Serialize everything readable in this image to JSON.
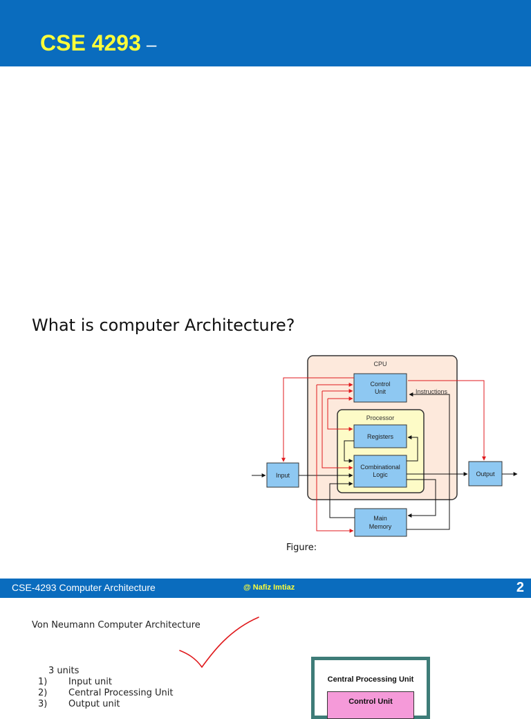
{
  "slide1": {
    "title": "CSE 4293",
    "title_suffix": "–"
  },
  "slide2": {
    "question": "What is computer Architecture?",
    "figure_caption": "Figure:",
    "diagram": {
      "cpu_label": "CPU",
      "processor_label": "Processor",
      "control_unit": [
        "Control",
        "Unit"
      ],
      "registers": "Registers",
      "combinational_logic": [
        "Combinational",
        "Logic"
      ],
      "input": "Input",
      "output": "Output",
      "main_memory": [
        "Main",
        "Memory"
      ],
      "instructions": "Instructions"
    },
    "footer": {
      "course": "CSE-4293 Computer Architecture",
      "author": "@ Nafiz Imtiaz",
      "page": "2"
    }
  },
  "slide3": {
    "heading": "Von Neumann Computer Architecture",
    "units_label": "3 units",
    "units": [
      {
        "num": "1)",
        "text": "Input unit"
      },
      {
        "num": "2)",
        "text": "Central Processing Unit"
      },
      {
        "num": "3)",
        "text": "Output unit"
      }
    ],
    "cpu_box_label": "Central Processing Unit",
    "control_unit_label": "Control Unit"
  },
  "colors": {
    "header_blue": "#0a6cbe",
    "title_yellow": "#ffff3a",
    "diagram_blue": "#8ec8f2",
    "cpu_fill": "#fde9dc",
    "processor_fill": "#fdfbc7",
    "arrow_red": "#e0191c",
    "check_red": "#e0191c",
    "cpu_box_border": "#3e7c78",
    "control_unit_pink": "#f59ad9"
  }
}
